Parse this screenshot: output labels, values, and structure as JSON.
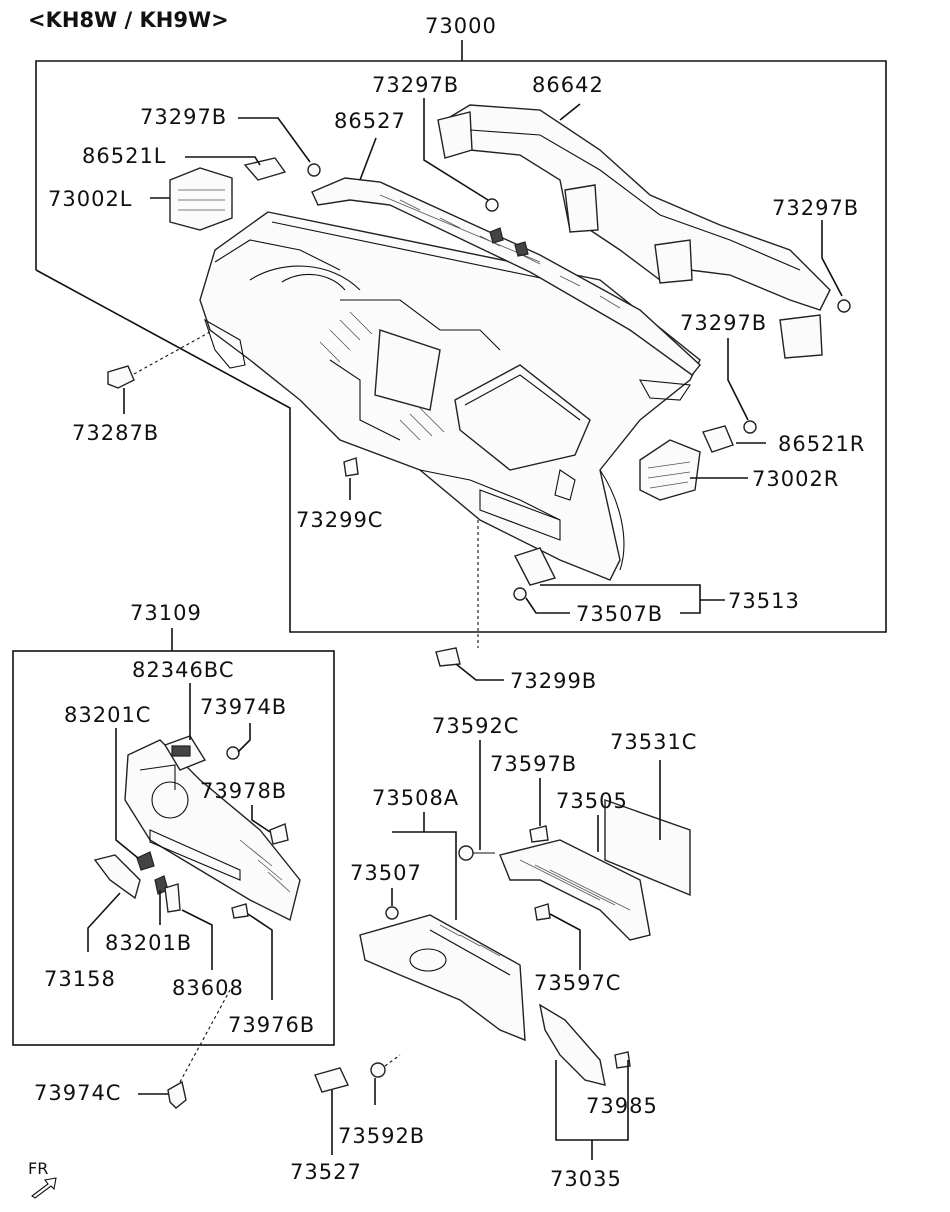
{
  "header": "<KH8W / KH9W>",
  "fr_label": "FR",
  "labels": {
    "p73000": "73000",
    "p73297B_a": "73297B",
    "p86642": "86642",
    "p73297B_b": "73297B",
    "p86527": "86527",
    "p86521L": "86521L",
    "p73002L": "73002L",
    "p73297B_c": "73297B",
    "p73297B_d": "73297B",
    "p73287B": "73287B",
    "p86521R": "86521R",
    "p73002R": "73002R",
    "p73299C": "73299C",
    "p73513": "73513",
    "p73507B": "73507B",
    "p73109": "73109",
    "p73299B": "73299B",
    "p82346BC": "82346BC",
    "p83201C": "83201C",
    "p73974B": "73974B",
    "p73978B": "73978B",
    "p83201B": "83201B",
    "p73158": "73158",
    "p83608": "83608",
    "p73976B": "73976B",
    "p73974C": "73974C",
    "p73592C": "73592C",
    "p73531C": "73531C",
    "p73597B": "73597B",
    "p73505": "73505",
    "p73508A": "73508A",
    "p73507": "73507",
    "p73597C": "73597C",
    "p73985": "73985",
    "p73592B": "73592B",
    "p73527": "73527",
    "p73035": "73035"
  }
}
